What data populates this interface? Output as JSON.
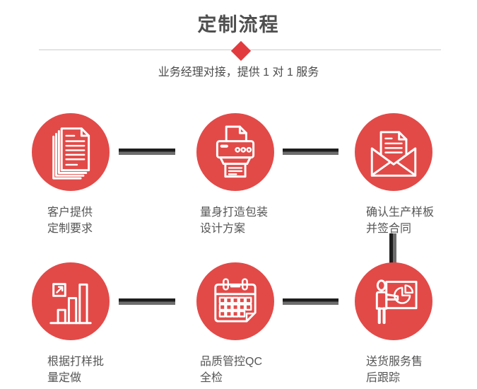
{
  "colors": {
    "accent_red": "#e24a48",
    "diamond_red": "#e23b3f",
    "title_gray": "#4f4f4f",
    "subtitle_gray": "#4a4a4a",
    "text_gray": "#555555",
    "divider_gray": "#cccccc",
    "connector_dark": "#1d1d1d",
    "connector_light": "#6d6d6d",
    "icon_white": "#ffffff",
    "page_bg": "#ffffff"
  },
  "header": {
    "title": "定制流程",
    "divider_icon": "diamond-icon",
    "subtitle": "业务经理对接，提供 1 对 1 服务"
  },
  "steps": [
    {
      "icon": "documents-icon",
      "lines": [
        "客户提供",
        "定制要求"
      ]
    },
    {
      "icon": "printer-icon",
      "lines": [
        "量身打造包装",
        "设计方案"
      ]
    },
    {
      "icon": "envelope-icon",
      "lines": [
        "确认生产样板",
        "并签合同"
      ]
    },
    {
      "icon": "bar-chart-icon",
      "lines": [
        "根据打样批",
        "量定做"
      ]
    },
    {
      "icon": "calendar-icon",
      "lines": [
        "品质管控QC",
        "全检"
      ]
    },
    {
      "icon": "presentation-icon",
      "lines": [
        "送货服务售",
        "后跟踪"
      ]
    }
  ]
}
